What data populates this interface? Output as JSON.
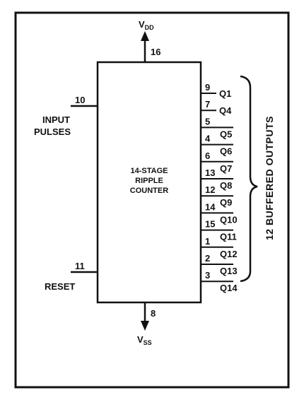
{
  "power": {
    "vdd_main": "V",
    "vdd_sub": "DD",
    "vdd_pin": "16",
    "vss_main": "V",
    "vss_sub": "SS",
    "vss_pin": "8"
  },
  "chip": {
    "line1": "14-STAGE",
    "line2": "RIPPLE",
    "line3": "COUNTER"
  },
  "inputs": {
    "input_pin": "10",
    "input_label_1": "INPUT",
    "input_label_2": "PULSES",
    "reset_pin": "11",
    "reset_label": "RESET"
  },
  "outputs": [
    {
      "pin": "9",
      "name": "Q1"
    },
    {
      "pin": "7",
      "name": "Q4"
    },
    {
      "pin": "5",
      "name": "Q5"
    },
    {
      "pin": "4",
      "name": "Q6"
    },
    {
      "pin": "6",
      "name": "Q7"
    },
    {
      "pin": "13",
      "name": "Q8"
    },
    {
      "pin": "12",
      "name": "Q9"
    },
    {
      "pin": "14",
      "name": "Q10"
    },
    {
      "pin": "15",
      "name": "Q11"
    },
    {
      "pin": "1",
      "name": "Q12"
    },
    {
      "pin": "2",
      "name": "Q13"
    },
    {
      "pin": "3",
      "name": "Q14"
    }
  ],
  "brace_label": "12 BUFFERED OUTPUTS",
  "colors": {
    "ink": "#111111",
    "background": "#ffffff"
  }
}
